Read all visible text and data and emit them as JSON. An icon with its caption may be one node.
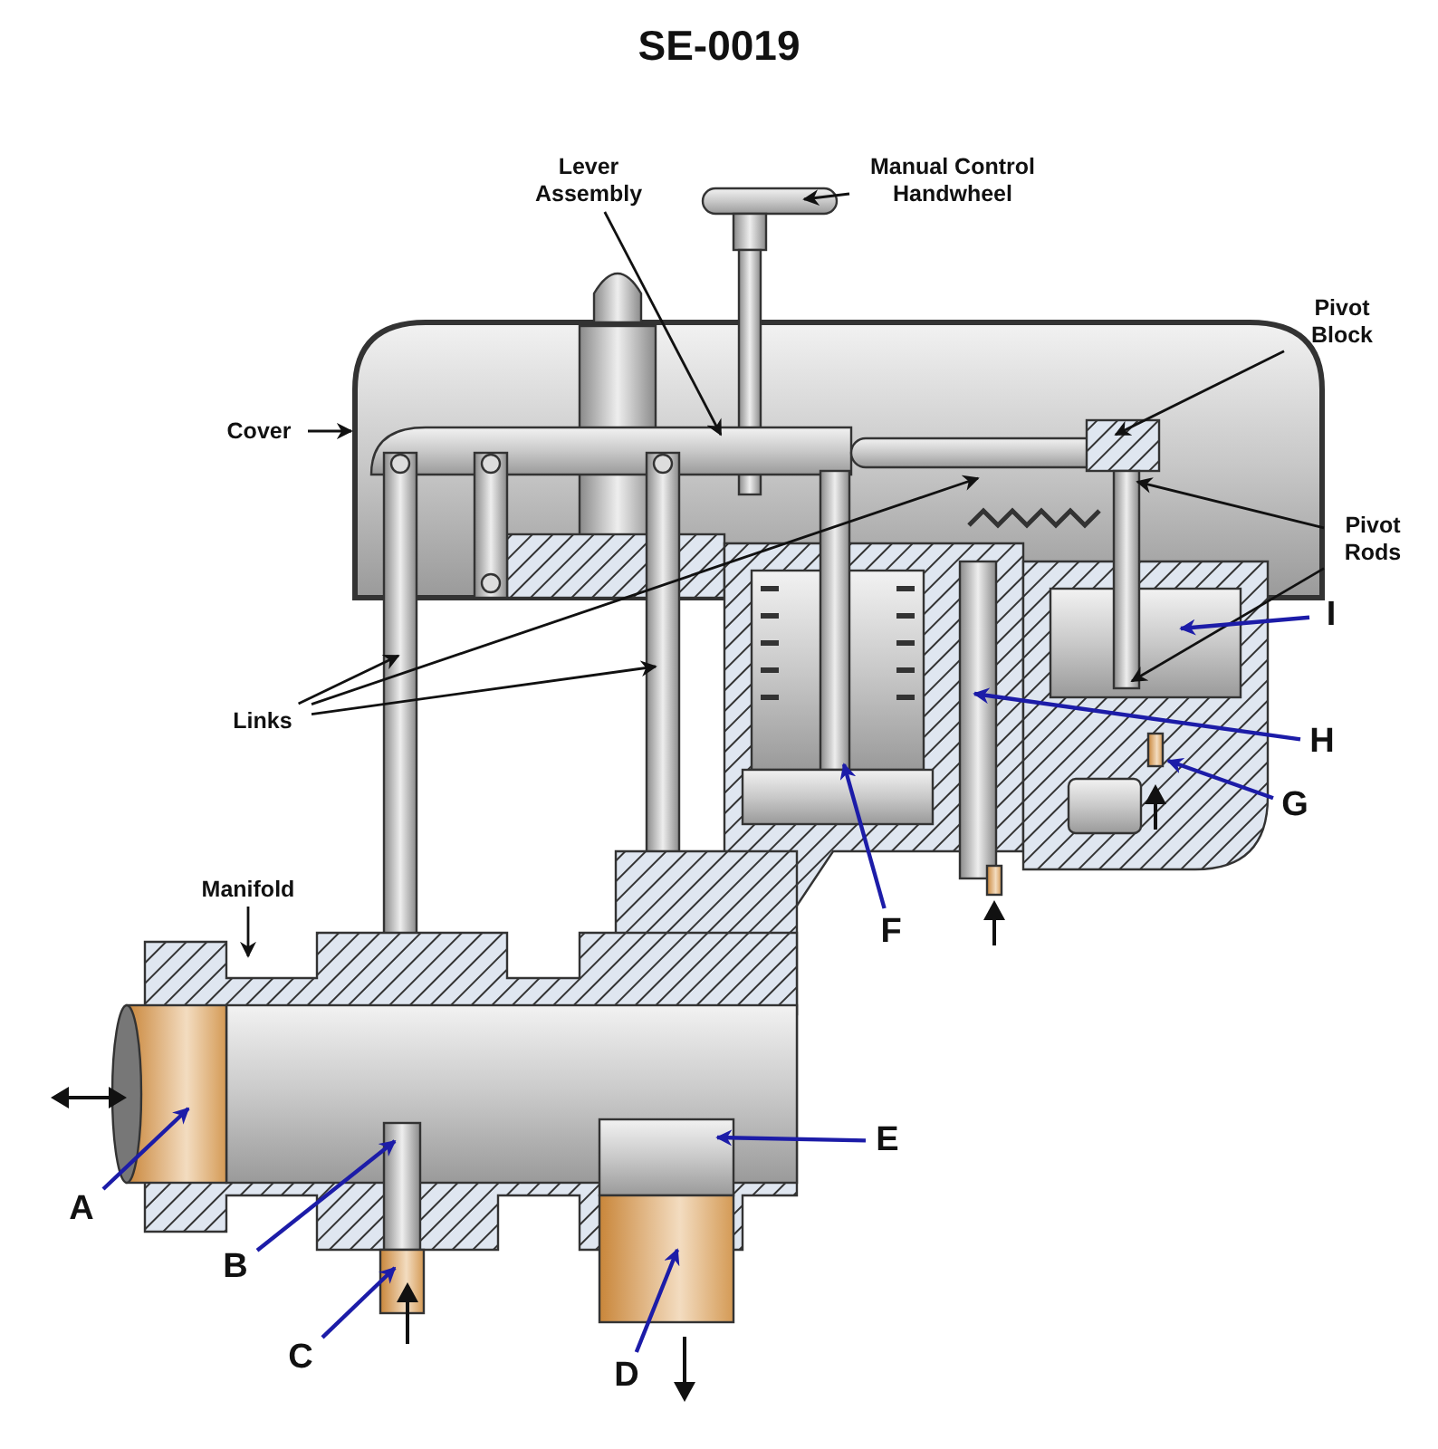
{
  "diagram": {
    "title": "SE-0019",
    "nodes": [
      {
        "text": [
          "Lever Assembly"
        ]
      },
      {
        "text": [
          "Manual Control Handwheel"
        ]
      },
      {
        "text": [
          "Pivot Block"
        ]
      },
      {
        "text": [
          "Cover"
        ]
      },
      {
        "text": [
          "Pivot Rods"
        ]
      },
      {
        "text": [
          "Links"
        ]
      },
      {
        "text": [
          "I"
        ]
      },
      {
        "text": [
          "H"
        ]
      },
      {
        "text": [
          "G"
        ]
      },
      {
        "text": [
          "F"
        ]
      },
      {
        "text": [
          "Manifold"
        ]
      },
      {
        "text": [
          "A"
        ]
      },
      {
        "text": [
          "E"
        ]
      },
      {
        "text": [
          "B"
        ]
      },
      {
        "text": [
          "C"
        ]
      },
      {
        "text": [
          "D"
        ]
      }
    ],
    "edges": [
      {
        "from": 0,
        "to": null,
        "arrow": "to"
      },
      {
        "from": 1,
        "to": null,
        "arrow": "to"
      },
      {
        "from": 2,
        "to": null,
        "arrow": "to"
      },
      {
        "from": 3,
        "to": null,
        "arrow": "to"
      },
      {
        "from": 4,
        "to": null,
        "arrow": "to"
      },
      {
        "from": 4,
        "to": null,
        "arrow": "to"
      },
      {
        "from": 5,
        "to": null,
        "arrow": "to"
      },
      {
        "from": 5,
        "to": null,
        "arrow": "to"
      },
      {
        "from": 5,
        "to": null,
        "arrow": "to"
      },
      {
        "from": 6,
        "to": null,
        "arrow": "to",
        "color": "#1c1ca8"
      },
      {
        "from": 7,
        "to": null,
        "arrow": "to",
        "color": "#1c1ca8"
      },
      {
        "from": 8,
        "to": null,
        "arrow": "to",
        "color": "#1c1ca8"
      },
      {
        "from": 9,
        "to": null,
        "arrow": "to",
        "color": "#1c1ca8"
      },
      {
        "from": 10,
        "to": null,
        "arrow": "to"
      },
      {
        "from": 11,
        "to": null,
        "arrow": "to",
        "color": "#1c1ca8"
      },
      {
        "from": 12,
        "to": null,
        "arrow": "to",
        "color": "#1c1ca8"
      },
      {
        "from": 13,
        "to": null,
        "arrow": "to",
        "color": "#1c1ca8"
      },
      {
        "from": 14,
        "to": null,
        "arrow": "to",
        "color": "#1c1ca8"
      },
      {
        "from": 15,
        "to": null,
        "arrow": "to",
        "color": "#1c1ca8"
      }
    ]
  }
}
